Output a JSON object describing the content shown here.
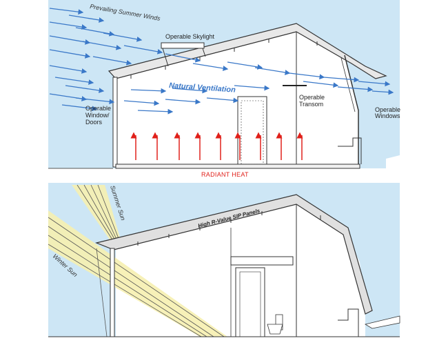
{
  "top_panel": {
    "labels": {
      "winds": "Prevailing Summer Winds",
      "skylight": "Operable Skylight",
      "natural_ventilation": "Natural Ventilation",
      "window_doors_1": "Operable",
      "window_doors_2": "Window/",
      "window_doors_3": "Doors",
      "transom_1": "Operable",
      "transom_2": "Transom",
      "windows_1": "Operable",
      "windows_2": "Windows",
      "radiant_heat": "RADIANT HEAT"
    }
  },
  "bottom_panel": {
    "labels": {
      "summer_sun": "Summer Sun",
      "winter_sun": "Winter Sun",
      "sip_panels": "High R-Value SIP Panels"
    }
  },
  "colors": {
    "sky": "#cde6f5",
    "wind_arrow": "#3a78c8",
    "heat_arrow": "#e0201a",
    "sun_rays": "#f6f0b0"
  }
}
